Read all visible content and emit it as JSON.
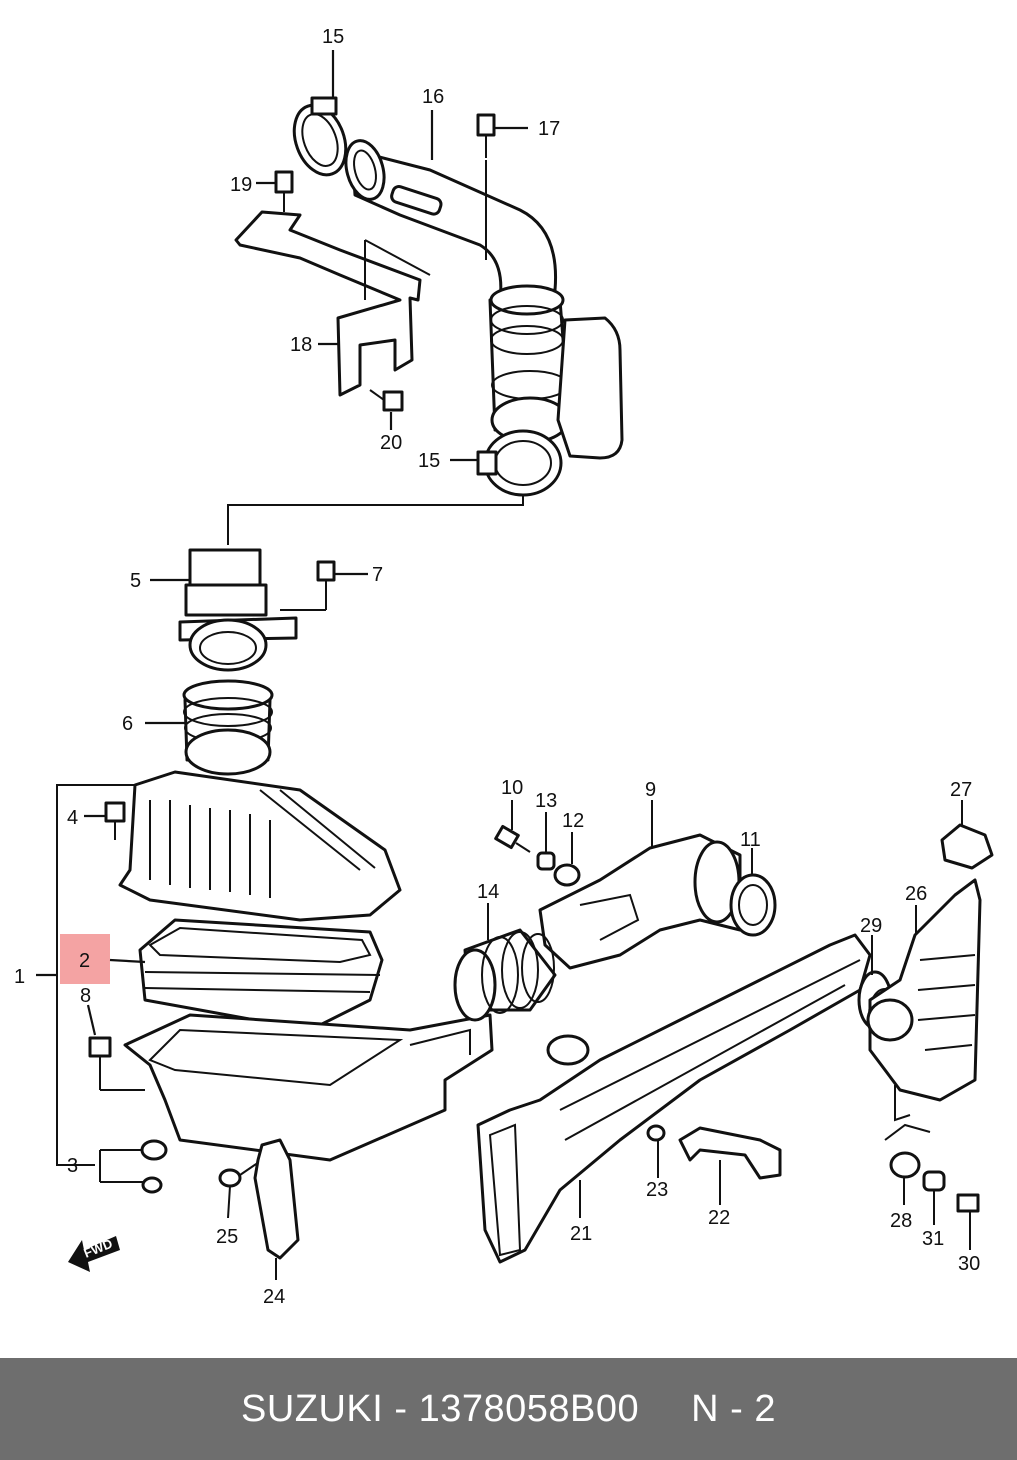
{
  "diagram": {
    "highlight_color": "#f4a3a3",
    "labels": [
      {
        "id": "lbl-15a",
        "text": "15"
      },
      {
        "id": "lbl-16",
        "text": "16"
      },
      {
        "id": "lbl-17",
        "text": "17"
      },
      {
        "id": "lbl-19",
        "text": "19"
      },
      {
        "id": "lbl-18",
        "text": "18"
      },
      {
        "id": "lbl-20",
        "text": "20"
      },
      {
        "id": "lbl-15b",
        "text": "15"
      },
      {
        "id": "lbl-5",
        "text": "5"
      },
      {
        "id": "lbl-7",
        "text": "7"
      },
      {
        "id": "lbl-6",
        "text": "6"
      },
      {
        "id": "lbl-4",
        "text": "4"
      },
      {
        "id": "lbl-2",
        "text": "2"
      },
      {
        "id": "lbl-1",
        "text": "1"
      },
      {
        "id": "lbl-8",
        "text": "8"
      },
      {
        "id": "lbl-3",
        "text": "3"
      },
      {
        "id": "lbl-25",
        "text": "25"
      },
      {
        "id": "lbl-24",
        "text": "24"
      },
      {
        "id": "lbl-10",
        "text": "10"
      },
      {
        "id": "lbl-13",
        "text": "13"
      },
      {
        "id": "lbl-12",
        "text": "12"
      },
      {
        "id": "lbl-9",
        "text": "9"
      },
      {
        "id": "lbl-11",
        "text": "11"
      },
      {
        "id": "lbl-14",
        "text": "14"
      },
      {
        "id": "lbl-27",
        "text": "27"
      },
      {
        "id": "lbl-26",
        "text": "26"
      },
      {
        "id": "lbl-29",
        "text": "29"
      },
      {
        "id": "lbl-21",
        "text": "21"
      },
      {
        "id": "lbl-23",
        "text": "23"
      },
      {
        "id": "lbl-22",
        "text": "22"
      },
      {
        "id": "lbl-28",
        "text": "28"
      },
      {
        "id": "lbl-31",
        "text": "31"
      },
      {
        "id": "lbl-30",
        "text": "30"
      }
    ],
    "fwd_marker": "FWD"
  },
  "footer": {
    "brand": "SUZUKI",
    "dash": "-",
    "part_number": "1378058B00",
    "ref": "N - 2"
  }
}
